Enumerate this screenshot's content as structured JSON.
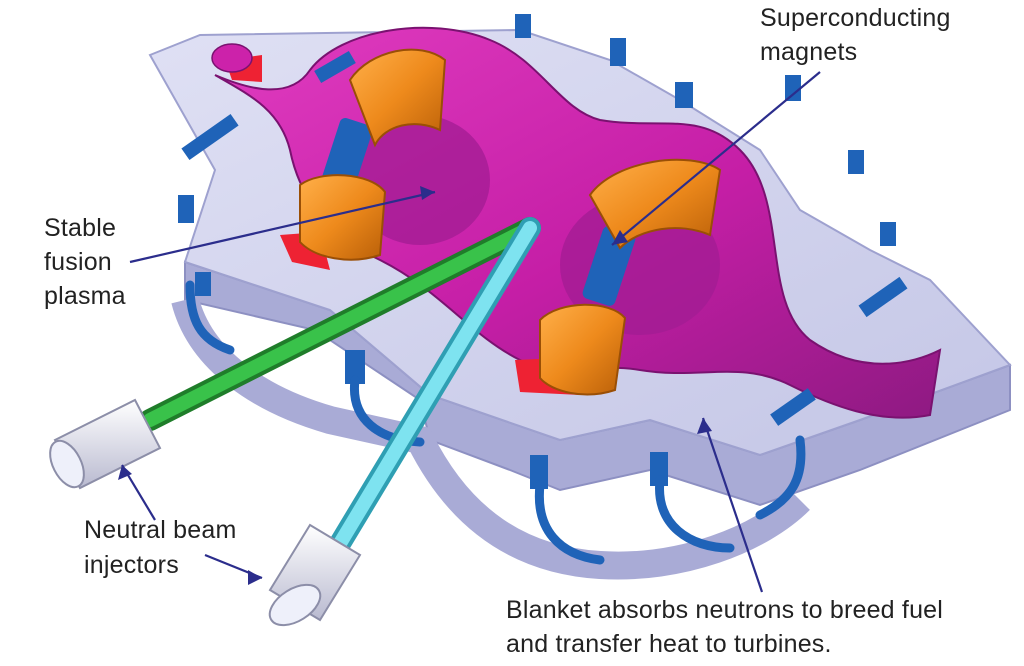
{
  "labels": {
    "magnets": [
      "Superconducting",
      "magnets"
    ],
    "plasma": [
      "Stable",
      "fusion",
      "plasma"
    ],
    "injectors": [
      "Neutral beam",
      "injectors"
    ],
    "blanket": [
      "Blanket absorbs neutrons to breed fuel",
      "and transfer heat to turbines."
    ]
  },
  "icons": [
    "arrow-icon"
  ],
  "colors": {
    "background": "#ffffff",
    "blanket": "#d4d6f0",
    "blanket_side": "#a9abd6",
    "plasma": "#cc22aa",
    "plasma_dark": "#8e1a82",
    "magnet": "#ee8a1c",
    "magnet_dark": "#b95f08",
    "coil_blue": "#1f63b8",
    "divertor": "#ee2233",
    "beam_green": "#2db63c",
    "beam_cyan": "#5fd6e6",
    "injector": "#e2e3ef",
    "leader": "#2b2d8c"
  }
}
